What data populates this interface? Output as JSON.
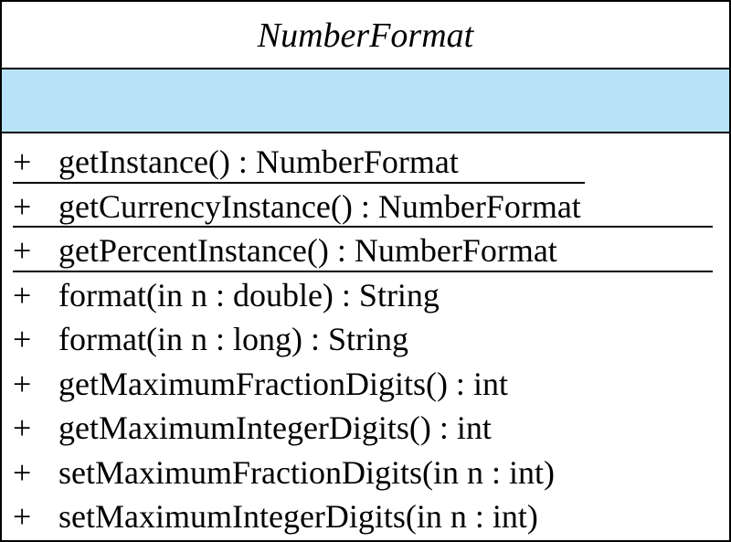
{
  "class": {
    "name": "NumberFormat",
    "attribute_fill": "#b8e3f7",
    "operations": [
      {
        "visibility": "+",
        "signature": "getInstance() : NumberFormat",
        "static": true
      },
      {
        "visibility": "+",
        "signature": "getCurrencyInstance() : NumberFormat",
        "static": true
      },
      {
        "visibility": "+",
        "signature": "getPercentInstance() : NumberFormat",
        "static": true
      },
      {
        "visibility": "+",
        "signature": "format(in n : double) : String",
        "static": false
      },
      {
        "visibility": "+",
        "signature": "format(in n : long) : String",
        "static": false
      },
      {
        "visibility": "+",
        "signature": "getMaximumFractionDigits() : int",
        "static": false
      },
      {
        "visibility": "+",
        "signature": "getMaximumIntegerDigits() : int",
        "static": false
      },
      {
        "visibility": "+",
        "signature": "setMaximumFractionDigits(in n : int)",
        "static": false
      },
      {
        "visibility": "+",
        "signature": "setMaximumIntegerDigits(in n : int)",
        "static": false
      }
    ]
  }
}
